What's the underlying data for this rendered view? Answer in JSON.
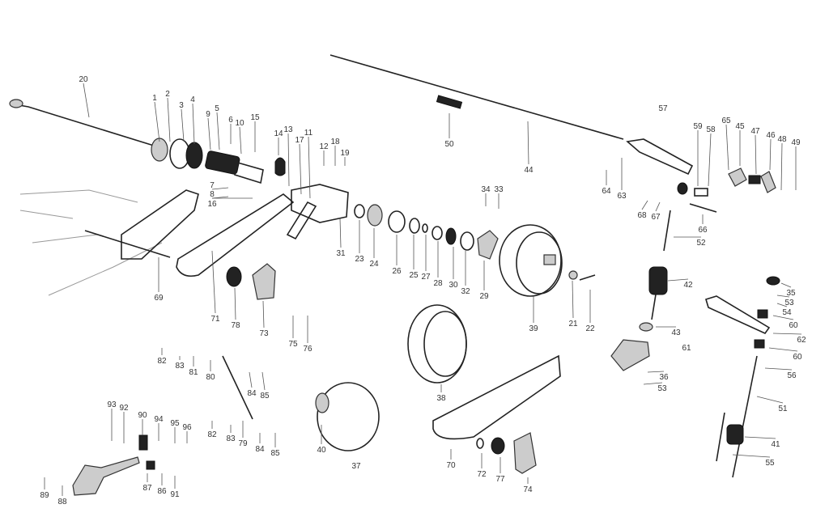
{
  "diagram": {
    "type": "exploded-parts-view",
    "callouts": [
      "20",
      "1",
      "2",
      "3",
      "4",
      "9",
      "5",
      "6",
      "10",
      "15",
      "14",
      "13",
      "17",
      "11",
      "12",
      "18",
      "19",
      "7",
      "8",
      "16",
      "50",
      "44",
      "57",
      "59",
      "58",
      "65",
      "45",
      "47",
      "46",
      "48",
      "49",
      "64",
      "63",
      "68",
      "67",
      "66",
      "52",
      "42",
      "34",
      "33",
      "31",
      "23",
      "24",
      "26",
      "25",
      "27",
      "28",
      "30",
      "32",
      "29",
      "39",
      "21",
      "22",
      "69",
      "71",
      "78",
      "73",
      "75",
      "76",
      "35",
      "53",
      "54",
      "60",
      "62",
      "60",
      "43",
      "61",
      "36",
      "53",
      "56",
      "51",
      "41",
      "55",
      "82",
      "83",
      "81",
      "80",
      "84",
      "85",
      "82",
      "83",
      "79",
      "84",
      "85",
      "38",
      "40",
      "37",
      "70",
      "72",
      "77",
      "74",
      "93",
      "92",
      "90",
      "94",
      "95",
      "96",
      "87",
      "86",
      "91",
      "89",
      "88"
    ]
  }
}
